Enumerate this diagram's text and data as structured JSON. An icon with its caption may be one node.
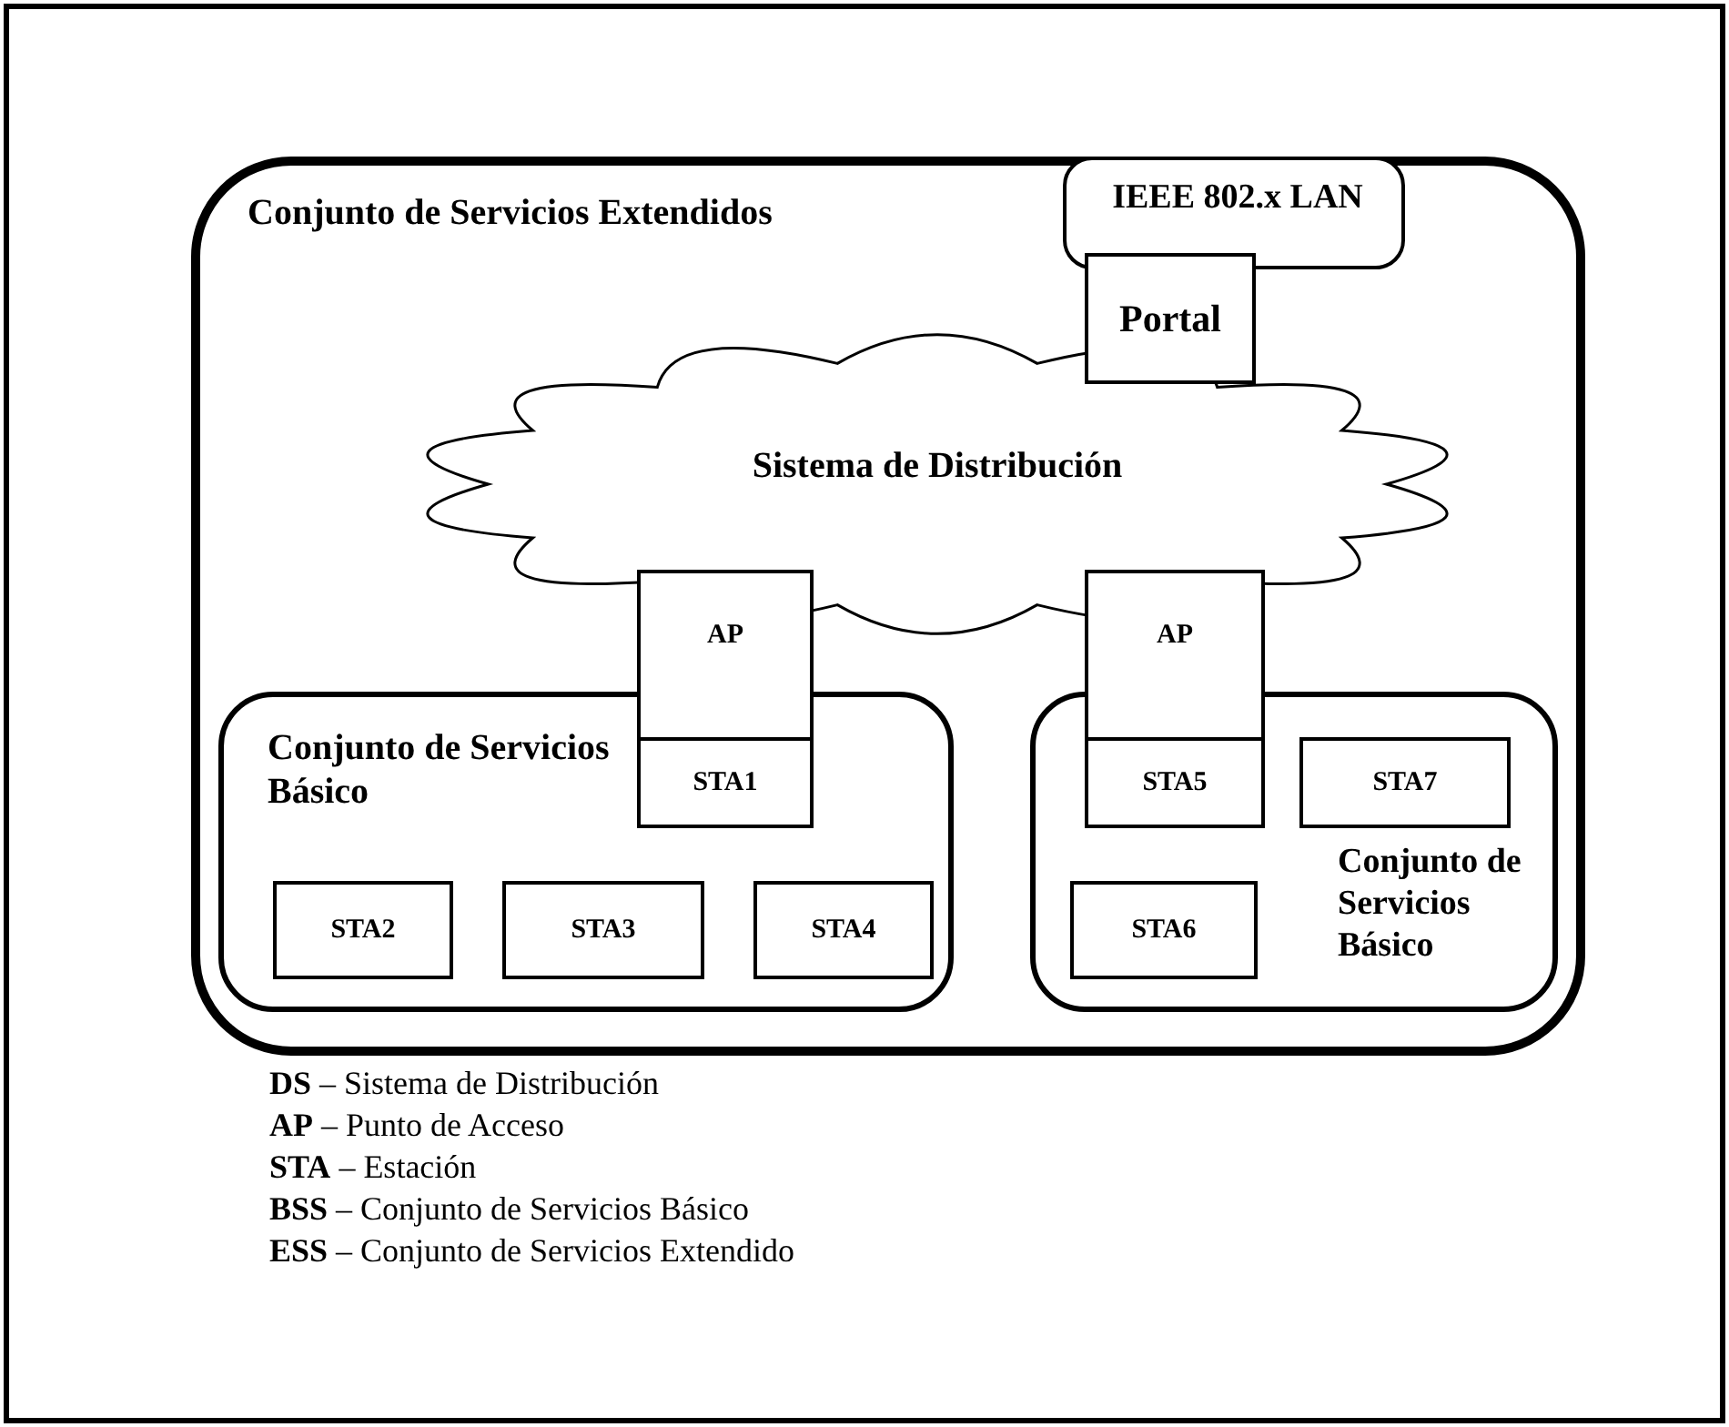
{
  "diagram": {
    "nodes": [
      {
        "text": [
          "Conjunto de Servicios Extendidos"
        ]
      },
      {
        "text": [
          "IEEE 802.x LAN"
        ],
        "in": 0
      },
      {
        "text": [
          "Portal"
        ],
        "in": 0
      },
      {
        "text": [
          "Sistema de Distribución"
        ],
        "in": 0
      },
      {
        "text": [
          "Conjunto de Servicios Básico"
        ],
        "in": 0
      },
      {
        "text": [
          "AP"
        ],
        "in": 0
      },
      {
        "text": [
          "STA1"
        ],
        "in": 4
      },
      {
        "text": [
          "STA2"
        ],
        "in": 4
      },
      {
        "text": [
          "STA3"
        ],
        "in": 4
      },
      {
        "text": [
          "STA4"
        ],
        "in": 4
      },
      {
        "text": [
          "Conjunto de Servicios Básico"
        ],
        "in": 0
      },
      {
        "text": [
          "AP"
        ],
        "in": 0
      },
      {
        "text": [
          "STA5"
        ],
        "in": 10
      },
      {
        "text": [
          "STA7"
        ],
        "in": 10
      },
      {
        "text": [
          "STA6"
        ],
        "in": 10
      }
    ],
    "edges": [],
    "labels": [
      "**DS** – Sistema de Distribución",
      "**AP** – Punto de Acceso",
      "**STA** – Estación",
      "**BSS** – Conjunto de Servicios Básico",
      "**ESS** – Conjunto de Servicios Extendido"
    ]
  }
}
